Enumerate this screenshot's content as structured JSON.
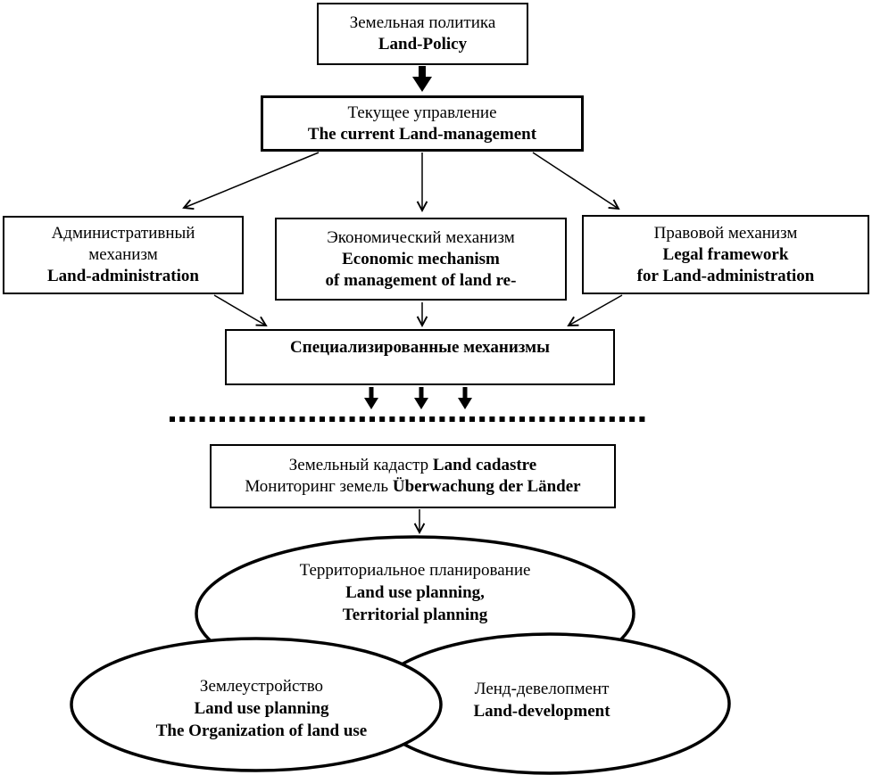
{
  "colors": {
    "ink": "#000000",
    "background": "#ffffff"
  },
  "nodes": {
    "land_policy": {
      "ru": "Земельная политика",
      "en": "Land-Policy"
    },
    "current_management": {
      "ru": "Текущее управление",
      "en": "The current Land-management"
    },
    "admin": {
      "ru1": "Административный",
      "ru2": "механизм",
      "en": "Land-administration"
    },
    "economic": {
      "ru": "Экономический механизм",
      "en1": "Economic mechanism",
      "en2": "of management of  land re-"
    },
    "legal": {
      "ru": "Правовой механизм",
      "en1": "Legal framework",
      "en2": "for Land-administration"
    },
    "special": {
      "ru": "Специализированные механизмы"
    },
    "cadastre": {
      "ru1": "Земельный кадастр ",
      "en1": "Land cadastre",
      "ru2": "Мониторинг земель ",
      "en2": "Überwachung der Länder"
    },
    "territorial": {
      "ru": "Территориальное планирование",
      "en1": "Land use planning,",
      "en2": "Territorial planning"
    },
    "organization": {
      "ru": "Землеустройство",
      "en1": "Land use planning",
      "en2": "The Organization of land use"
    },
    "development": {
      "ru": "Ленд-девелопмент",
      "en": "Land-development"
    }
  }
}
